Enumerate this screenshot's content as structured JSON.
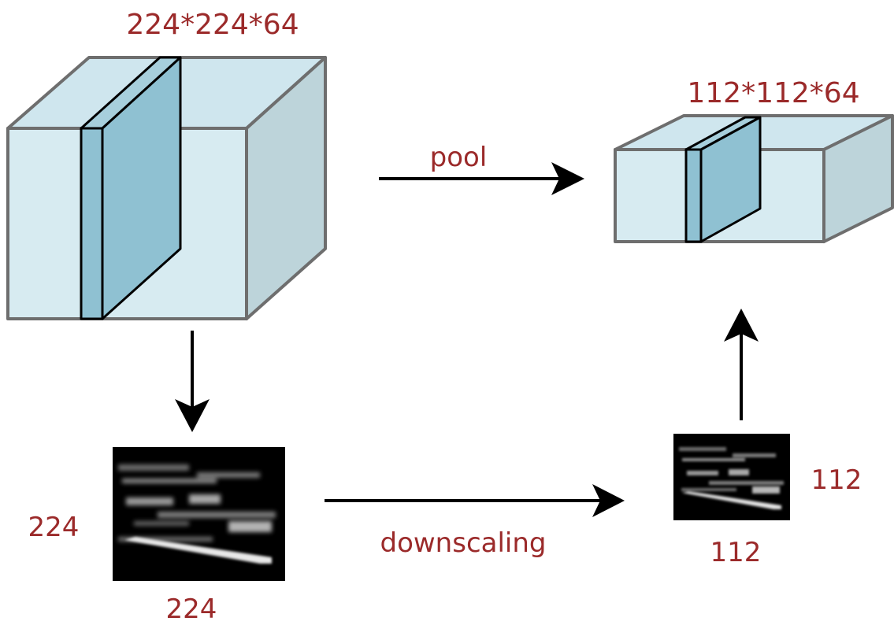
{
  "labels": {
    "input_volume": "224*224*64",
    "pooled_volume": "112*112*64",
    "pool_operation": "pool",
    "downscaling_operation": "downscaling",
    "input_map_height": "224",
    "input_map_width": "224",
    "output_map_height": "112",
    "output_map_width": "112"
  },
  "colors": {
    "label_text": "#9b2a2a",
    "cube_front": "#d7ebf1",
    "cube_top": "#cfe6ee",
    "cube_side": "#bdd4da",
    "cube_edge": "#6e6e6e",
    "slice_fill": "#8fc1d2",
    "slice_edge": "#000000",
    "arrow": "#000000",
    "feature_map_bg": "#000000"
  }
}
